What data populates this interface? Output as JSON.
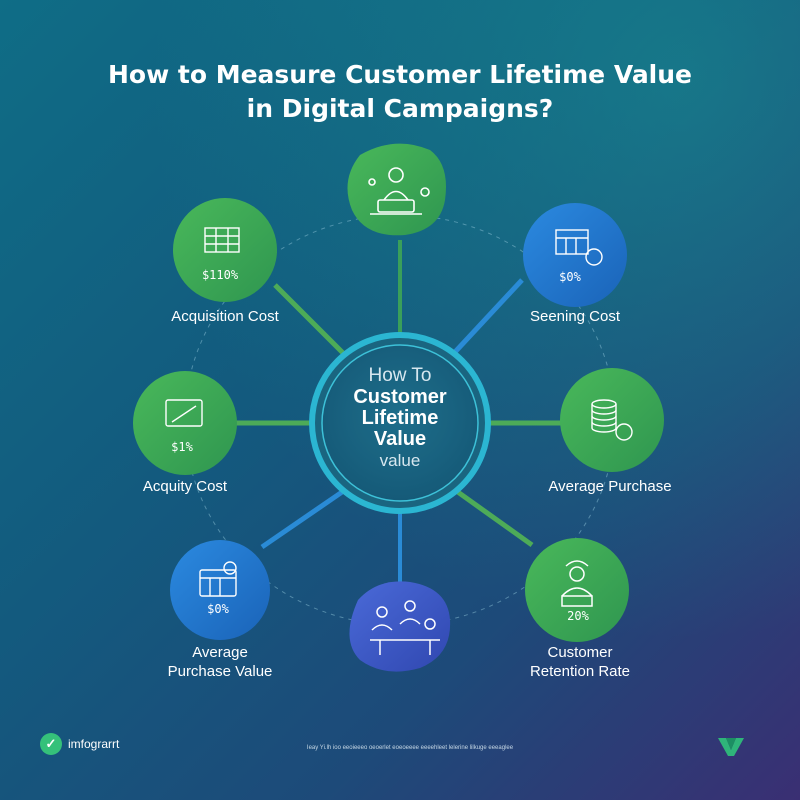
{
  "title": {
    "line1": "How to Measure Customer Lifetime Value",
    "line2": "in Digital Campaigns?"
  },
  "center": {
    "line1": "How To",
    "line2": "Customer",
    "line3": "Lifetime",
    "line4": "Value",
    "line5": "value"
  },
  "nodes": [
    {
      "id": "top",
      "label": "",
      "icon": "person-at-desk-icon",
      "icon_text": ""
    },
    {
      "id": "acquisition",
      "label": "Acquisition Cost",
      "icon": "spreadsheet-icon",
      "icon_text": "$110%"
    },
    {
      "id": "seeing",
      "label": "Seening Cost",
      "icon": "calendar-chart-icon",
      "icon_text": "$0%"
    },
    {
      "id": "acquity",
      "label": "Acquity Cost",
      "icon": "tablet-chart-icon",
      "icon_text": "$1%"
    },
    {
      "id": "average_purchase",
      "label": "Average Purchase",
      "icon": "coin-stack-icon",
      "icon_text": ""
    },
    {
      "id": "avg_purchase_value",
      "label_line1": "Average",
      "label_line2": "Purchase Value",
      "icon": "calculator-icon",
      "icon_text": "$0%"
    },
    {
      "id": "bottom",
      "label": "",
      "icon": "team-meeting-icon",
      "icon_text": ""
    },
    {
      "id": "retention",
      "label_line1": "Customer",
      "label_line2": "Retention Rate",
      "icon": "worker-icon",
      "icon_text": "20%"
    }
  ],
  "footer": {
    "brand": "imfograrrt",
    "note": "Ieay Yi.lh  ioo eeoieeeo  oeoerlet eoeoeeee  eeeehleet  lelerine lilkuge eeeaglee"
  },
  "colors": {
    "green": "#3aa859",
    "blue": "#1f7ed0",
    "teal_ring": "#2bb6d2",
    "connector_green": "#4dab58",
    "connector_blue": "#2a8bd6"
  }
}
